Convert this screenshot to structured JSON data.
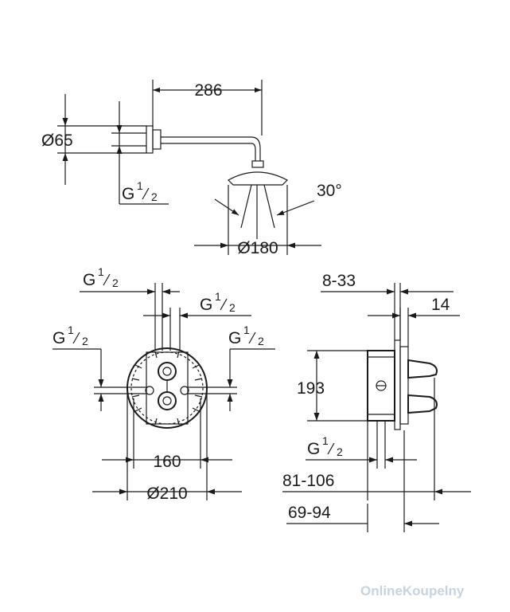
{
  "shower_head": {
    "arm_length": "286",
    "flange_diameter": "Ø65",
    "connection": {
      "letter": "G",
      "num": "1",
      "den": "2"
    },
    "spray_angle": "30°",
    "head_diameter": "Ø180"
  },
  "front_view": {
    "top_left_connection": {
      "letter": "G",
      "num": "1",
      "den": "2"
    },
    "top_right_connection": {
      "letter": "G",
      "num": "1",
      "den": "2"
    },
    "left_connection": {
      "letter": "G",
      "num": "1",
      "den": "2"
    },
    "right_connection": {
      "letter": "G",
      "num": "1",
      "den": "2"
    },
    "inner_width": "160",
    "outer_diameter": "Ø210"
  },
  "side_view": {
    "depth_range": "8-33",
    "cover_thickness": "14",
    "height": "193",
    "bottom_connection": {
      "letter": "G",
      "num": "1",
      "den": "2"
    },
    "install_depth_1": "81-106",
    "install_depth_2": "69-94"
  },
  "watermark": "OnlineKoupelny"
}
